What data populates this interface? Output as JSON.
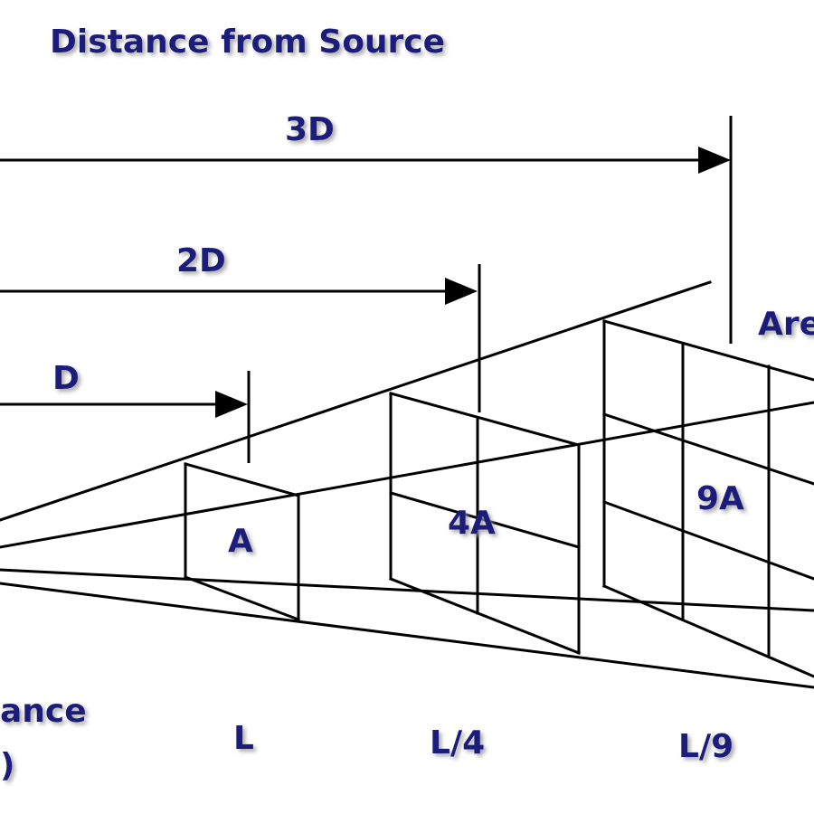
{
  "title": "Distance from Source",
  "distances": {
    "d1": "D",
    "d2": "2D",
    "d3": "3D"
  },
  "areas": {
    "a1": "A",
    "a2": "4A",
    "a3": "9A",
    "partial": "Are"
  },
  "intensity": {
    "i1": "L",
    "i2": "L/4",
    "i3": "L/9"
  },
  "left_label": {
    "line1": "ance",
    "line2": ")"
  },
  "colors": {
    "text": "#1a1a7a",
    "line": "#000000",
    "background": "#ffffff"
  }
}
